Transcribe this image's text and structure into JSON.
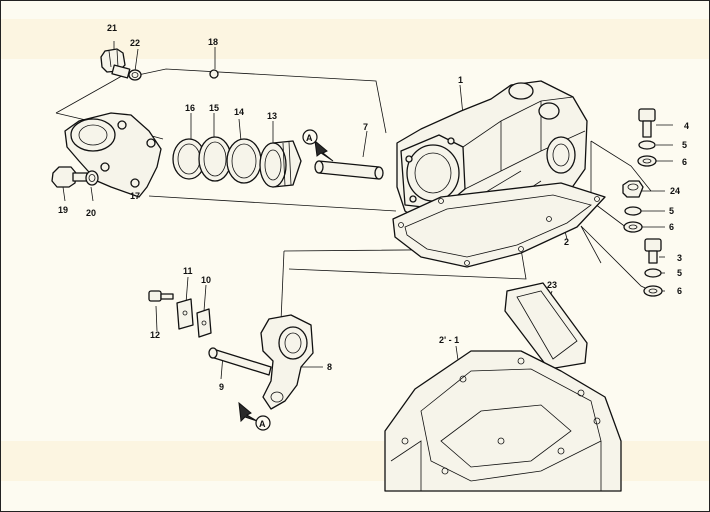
{
  "labels": {
    "p1": "1",
    "p2": "2",
    "p2p1": "2' - 1",
    "p3": "3",
    "p4": "4",
    "p5a": "5",
    "p5b": "5",
    "p5c": "5",
    "p6a": "6",
    "p6b": "6",
    "p6c": "6",
    "p7": "7",
    "p8": "8",
    "p9": "9",
    "p10": "10",
    "p11": "11",
    "p12": "12",
    "p13": "13",
    "p14": "14",
    "p15": "15",
    "p16": "16",
    "p17": "17",
    "p18": "18",
    "p19": "19",
    "p20": "20",
    "p21": "21",
    "p22": "22",
    "p23": "23",
    "p24": "24",
    "marker_a_top": "A",
    "marker_a_bottom": "A"
  }
}
